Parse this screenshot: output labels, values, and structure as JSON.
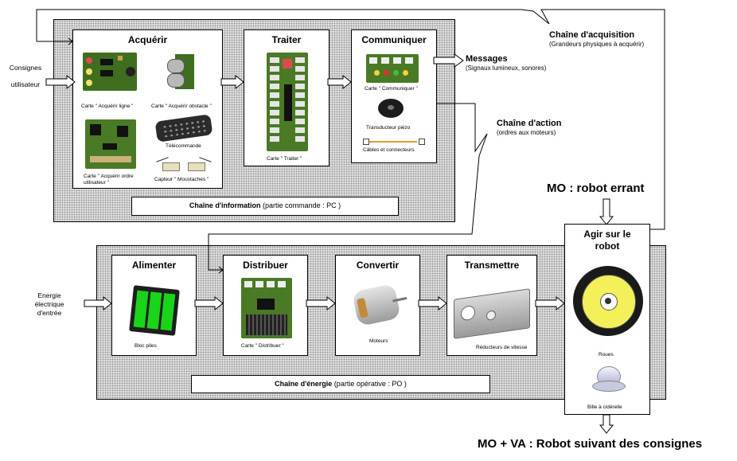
{
  "consignes": {
    "line1": "Consignes",
    "line2": "utilisateur"
  },
  "energie_input": {
    "line1": "Energie",
    "line2": "électrique",
    "line3": "d'entrée"
  },
  "chaine_information": {
    "bold": "Chaîne d'information",
    "rest": " (partie commande : PC )",
    "blocks": {
      "acquerir": {
        "title": "Acquérir",
        "items": [
          "Carte \" Acquérir ligne \"",
          "Carte \" Acquérir obstacle \"",
          "Télécommande",
          "Carte \" Acquérir ordre",
          "utilisateur \"",
          "Capteur \" Moustaches \""
        ]
      },
      "traiter": {
        "title": "Traiter",
        "items": [
          "Carte \" Traiter \""
        ]
      },
      "communiquer": {
        "title": "Communiquer",
        "items": [
          "Carte \" Communiquer \"",
          "Transducteur piézo",
          "Câbles et connecteurs"
        ]
      }
    }
  },
  "chaine_energie": {
    "bold": "Chaîne d'énergie",
    "rest": " (partie opérative : PO )",
    "blocks": {
      "alimenter": {
        "title": "Alimenter",
        "items": [
          "Bloc piles"
        ]
      },
      "distribuer": {
        "title": "Distribuer",
        "items": [
          "Carte \" Distribuer \""
        ]
      },
      "convertir": {
        "title": "Convertir",
        "items": [
          "Moteurs"
        ]
      },
      "transmettre": {
        "title": "Transmettre",
        "items": [
          "Réducteurs de vitesse"
        ]
      }
    }
  },
  "agir": {
    "title_line1": "Agir sur le",
    "title_line2": "robot",
    "items": [
      "Roues",
      "Bille à cidérelle"
    ]
  },
  "messages": {
    "title": "Messages",
    "sub": "(Signaux lumineux, sonores)"
  },
  "chaine_acquisition": {
    "title": "Chaîne d'acquisition",
    "sub": "(Grandeurs physiques à acquérir)"
  },
  "chaine_action": {
    "title": "Chaîne d'action",
    "sub": "(ordres aux moteurs)"
  },
  "mo_label": "MO : robot errant",
  "mo_va_label": "MO + VA : Robot suivant des consignes",
  "colors": {
    "pcb_green": "#3f6e1f",
    "battery_green": "#19d419",
    "wheel_yellow": "#f3f05a",
    "zone_gray": "#dcdcdc"
  }
}
